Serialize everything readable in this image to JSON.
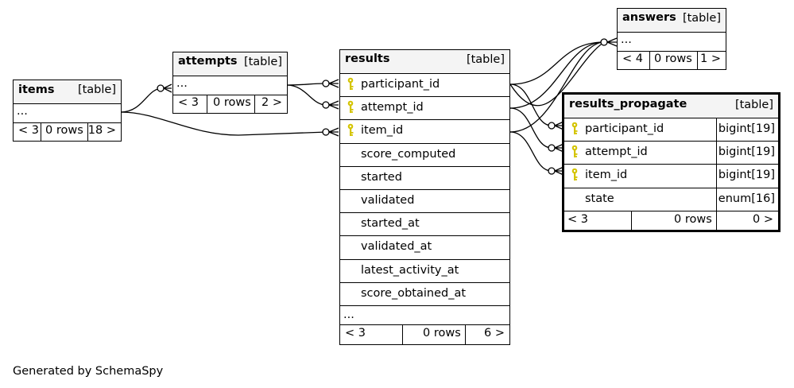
{
  "footer": "Generated by SchemaSpy",
  "tables": {
    "items": {
      "name": "items",
      "tag": "[table]",
      "ellipsis": "...",
      "prev": "< 3",
      "rows": "0 rows",
      "next": "18 >"
    },
    "attempts": {
      "name": "attempts",
      "tag": "[table]",
      "ellipsis": "...",
      "prev": "< 3",
      "rows": "0 rows",
      "next": "2 >"
    },
    "answers": {
      "name": "answers",
      "tag": "[table]",
      "ellipsis": "...",
      "prev": "< 4",
      "rows": "0 rows",
      "next": "1 >"
    },
    "results": {
      "name": "results",
      "tag": "[table]",
      "ellipsis": "...",
      "prev": "< 3",
      "rows": "0 rows",
      "next": "6 >",
      "columns": [
        "participant_id",
        "attempt_id",
        "item_id",
        "score_computed",
        "started",
        "validated",
        "started_at",
        "validated_at",
        "latest_activity_at",
        "score_obtained_at"
      ]
    },
    "results_propagate": {
      "name": "results_propagate",
      "tag": "[table]",
      "prev": "< 3",
      "rows": "0 rows",
      "next": "0 >",
      "columns": [
        {
          "name": "participant_id",
          "type": "bigint[19]"
        },
        {
          "name": "attempt_id",
          "type": "bigint[19]"
        },
        {
          "name": "item_id",
          "type": "bigint[19]"
        },
        {
          "name": "state",
          "type": "enum[16]"
        }
      ]
    }
  },
  "colors": {
    "key": "#d4c400",
    "header": "#f4f4f4",
    "line": "#000000"
  }
}
